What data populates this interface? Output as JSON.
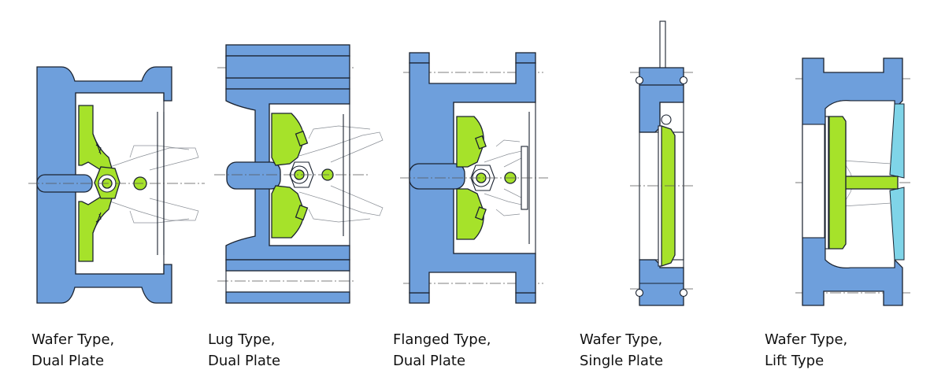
{
  "colors": {
    "body": "#6e9fdc",
    "disc": "#a6e22a",
    "seat": "#7fd4e8",
    "outline": "#1b2330",
    "centerline": "#555555",
    "background": "#ffffff"
  },
  "valves": [
    {
      "line1": "Wafer Type,",
      "line2": "Dual Plate"
    },
    {
      "line1": "Lug Type,",
      "line2": "Dual Plate"
    },
    {
      "line1": "Flanged Type,",
      "line2": "Dual Plate"
    },
    {
      "line1": "Wafer Type,",
      "line2": "Single Plate"
    },
    {
      "line1": "Wafer Type,",
      "line2": "Lift Type"
    }
  ]
}
